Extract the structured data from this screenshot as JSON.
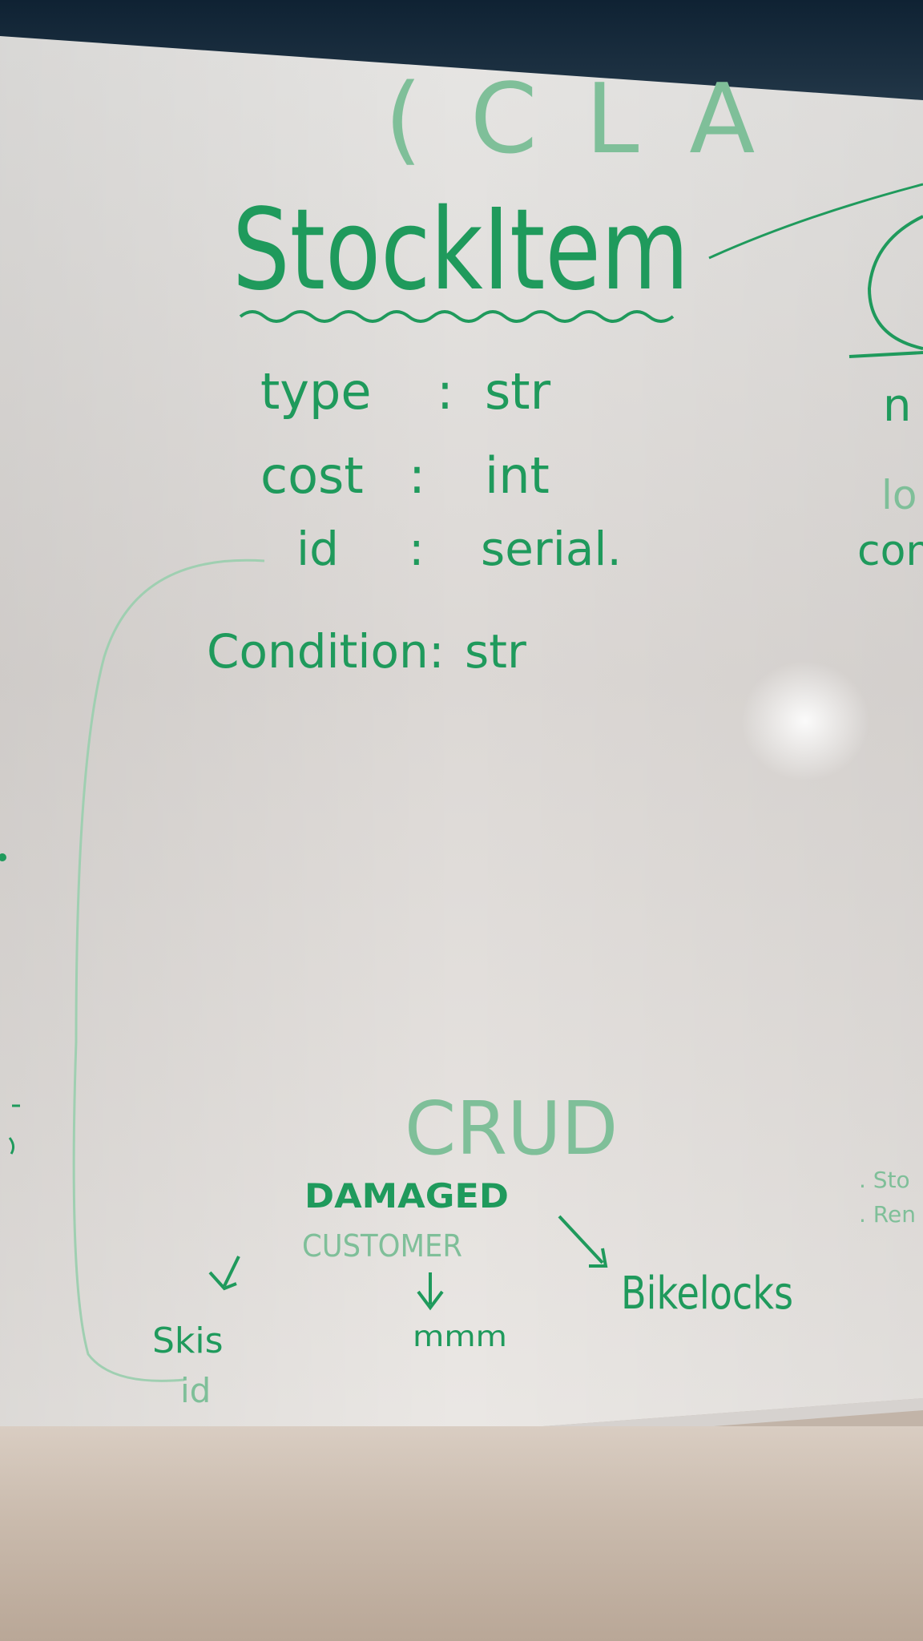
{
  "colors": {
    "marker_green": "#1f9a5c",
    "marker_green_faint": "#7fbf99",
    "board_white": "#e4e2e0",
    "wall_dark": "#14283a",
    "ledge": "#cbbdb0"
  },
  "whiteboard": {
    "header_partial": "(CLA",
    "class_name": "StockItem",
    "attributes": [
      {
        "name": "type",
        "sep": ":",
        "kind": "str"
      },
      {
        "name": "cost",
        "sep": ":",
        "kind": "int"
      },
      {
        "name": "id",
        "sep": ":",
        "kind": "serial."
      },
      {
        "name": "Condition",
        "sep": ":",
        "kind": "str"
      }
    ],
    "right_partial": {
      "line1": "n",
      "line2": "lo",
      "line3": "com"
    },
    "crud": "CRUD",
    "damaged": "DAMAGED",
    "customer": "CUSTOMER",
    "children": {
      "left": "Skis",
      "left_sub": "id",
      "middle": "mmm",
      "right": "Bikelocks"
    },
    "right_notes": [
      ". Sto",
      ". Ren"
    ]
  }
}
